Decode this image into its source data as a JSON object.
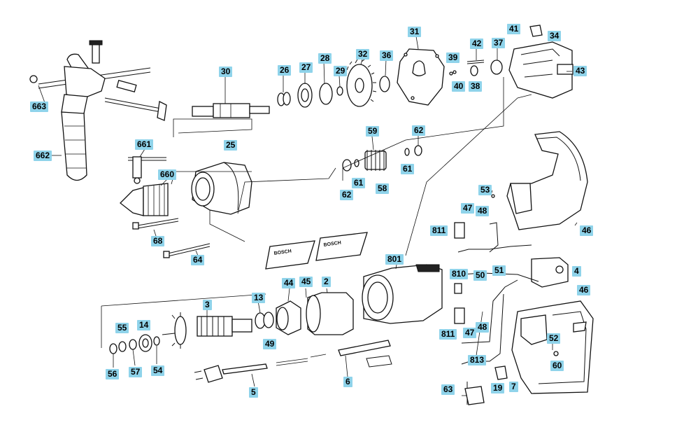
{
  "diagram": {
    "nameplates": [
      "BOSCH",
      "BOSCH"
    ],
    "labels": [
      {
        "id": "l663",
        "text": "663"
      },
      {
        "id": "l662",
        "text": "662"
      },
      {
        "id": "l661",
        "text": "661"
      },
      {
        "id": "l660",
        "text": "660"
      },
      {
        "id": "l68",
        "text": "68"
      },
      {
        "id": "l64",
        "text": "64"
      },
      {
        "id": "l30",
        "text": "30"
      },
      {
        "id": "l25",
        "text": "25"
      },
      {
        "id": "l26",
        "text": "26"
      },
      {
        "id": "l27",
        "text": "27"
      },
      {
        "id": "l28",
        "text": "28"
      },
      {
        "id": "l29",
        "text": "29"
      },
      {
        "id": "l32",
        "text": "32"
      },
      {
        "id": "l36",
        "text": "36"
      },
      {
        "id": "l31",
        "text": "31"
      },
      {
        "id": "l39",
        "text": "39"
      },
      {
        "id": "l40",
        "text": "40"
      },
      {
        "id": "l42",
        "text": "42"
      },
      {
        "id": "l38",
        "text": "38"
      },
      {
        "id": "l37",
        "text": "37"
      },
      {
        "id": "l41",
        "text": "41"
      },
      {
        "id": "l34",
        "text": "34"
      },
      {
        "id": "l43",
        "text": "43"
      },
      {
        "id": "l59",
        "text": "59"
      },
      {
        "id": "l62a",
        "text": "62"
      },
      {
        "id": "l61a",
        "text": "61"
      },
      {
        "id": "l58",
        "text": "58"
      },
      {
        "id": "l61b",
        "text": "61"
      },
      {
        "id": "l62b",
        "text": "62"
      },
      {
        "id": "l53",
        "text": "53"
      },
      {
        "id": "l46a",
        "text": "46"
      },
      {
        "id": "l47a",
        "text": "47"
      },
      {
        "id": "l48a",
        "text": "48"
      },
      {
        "id": "l811a",
        "text": "811"
      },
      {
        "id": "l801",
        "text": "801"
      },
      {
        "id": "l810",
        "text": "810"
      },
      {
        "id": "l50",
        "text": "50"
      },
      {
        "id": "l51",
        "text": "51"
      },
      {
        "id": "l4",
        "text": "4"
      },
      {
        "id": "l46b",
        "text": "46"
      },
      {
        "id": "l44",
        "text": "44"
      },
      {
        "id": "l45",
        "text": "45"
      },
      {
        "id": "l2",
        "text": "2"
      },
      {
        "id": "l13",
        "text": "13"
      },
      {
        "id": "l3",
        "text": "3"
      },
      {
        "id": "l49",
        "text": "49"
      },
      {
        "id": "l55",
        "text": "55"
      },
      {
        "id": "l14",
        "text": "14"
      },
      {
        "id": "l56",
        "text": "56"
      },
      {
        "id": "l57",
        "text": "57"
      },
      {
        "id": "l54",
        "text": "54"
      },
      {
        "id": "l811b",
        "text": "811"
      },
      {
        "id": "l47b",
        "text": "47"
      },
      {
        "id": "l48b",
        "text": "48"
      },
      {
        "id": "l52",
        "text": "52"
      },
      {
        "id": "l60",
        "text": "60"
      },
      {
        "id": "l813",
        "text": "813"
      },
      {
        "id": "l5",
        "text": "5"
      },
      {
        "id": "l6",
        "text": "6"
      },
      {
        "id": "l63",
        "text": "63"
      },
      {
        "id": "l19",
        "text": "19"
      },
      {
        "id": "l7",
        "text": "7"
      }
    ]
  }
}
